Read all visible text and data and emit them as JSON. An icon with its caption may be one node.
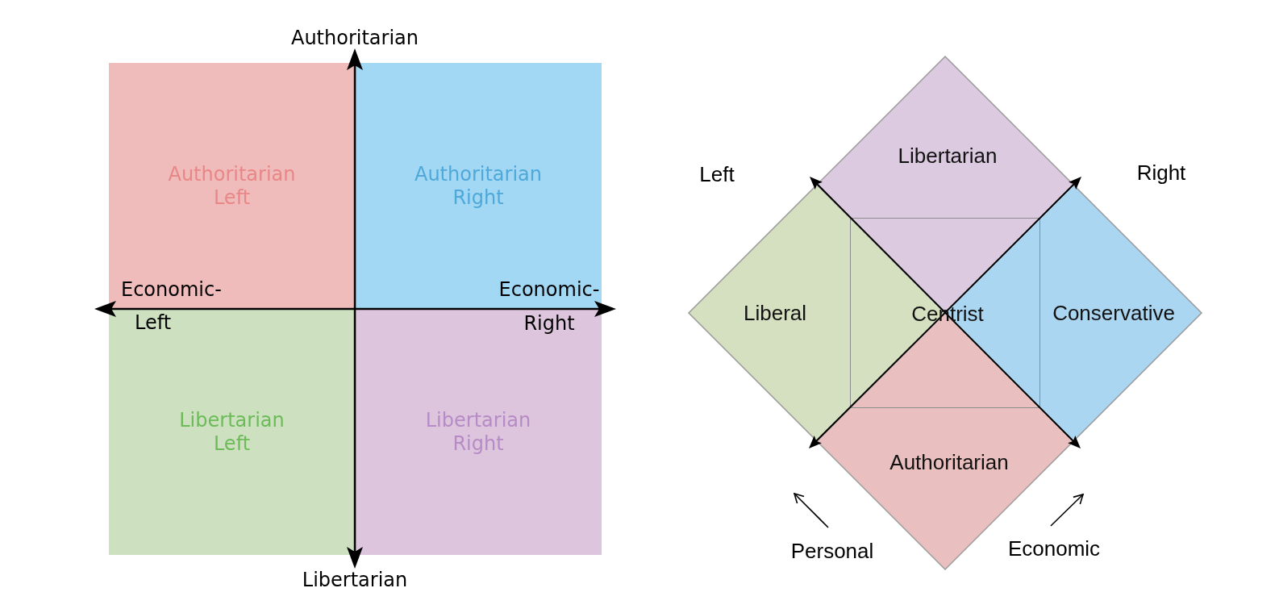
{
  "diagram": {
    "nodes": [
      {
        "text": [
          "Authoritarian Left"
        ]
      },
      {
        "text": [
          "Authoritarian Right"
        ]
      },
      {
        "text": [
          "Libertarian Left"
        ]
      },
      {
        "text": [
          "Libertarian Right"
        ]
      },
      {
        "text": [
          "Libertarian"
        ]
      },
      {
        "text": [
          "Liberal"
        ]
      },
      {
        "text": [
          "Centrist"
        ]
      },
      {
        "text": [
          "Conservative"
        ]
      },
      {
        "text": [
          "Authoritarian"
        ]
      }
    ],
    "labels": [
      "Authoritarian",
      "Economic- Left",
      "Economic- Right",
      "Libertarian",
      "Left",
      "Right",
      "Personal",
      "Economic"
    ]
  }
}
